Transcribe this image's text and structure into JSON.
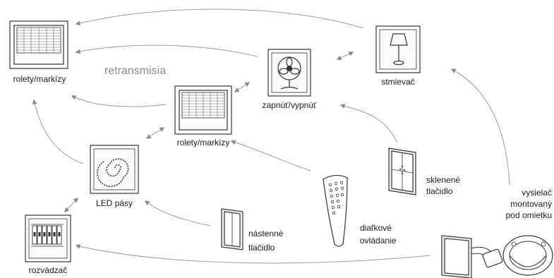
{
  "labels": {
    "blinds_left": "rolety/markízy",
    "blinds_mid": "rolety/markízy",
    "fan": "zapnúť/vypnúť",
    "dimmer": "stmievač",
    "led": "LED pásy",
    "panel": "rozvádzač",
    "wall_switch_1": "nástenné",
    "wall_switch_2": "tlačidlo",
    "remote_1": "diaľkové",
    "remote_2": "ovládanie",
    "glass_1": "sklenené",
    "glass_2": "tlačidlo",
    "transmitter_1": "vysielač",
    "transmitter_2": "montovaný",
    "transmitter_3": "pod omietku",
    "retransmission": "retransmisia"
  },
  "colors": {
    "arrow": "#9a9a9a",
    "device_stroke": "#333333",
    "text": "#1a1a1a",
    "retransmission_text": "#8a8a8a"
  },
  "icons": [
    "roller-blind-icon",
    "fan-icon",
    "lamp-icon",
    "led-strip-icon",
    "distribution-panel-icon",
    "wall-switch-icon",
    "remote-control-icon",
    "glass-switch-icon",
    "flush-transmitter-icon"
  ]
}
